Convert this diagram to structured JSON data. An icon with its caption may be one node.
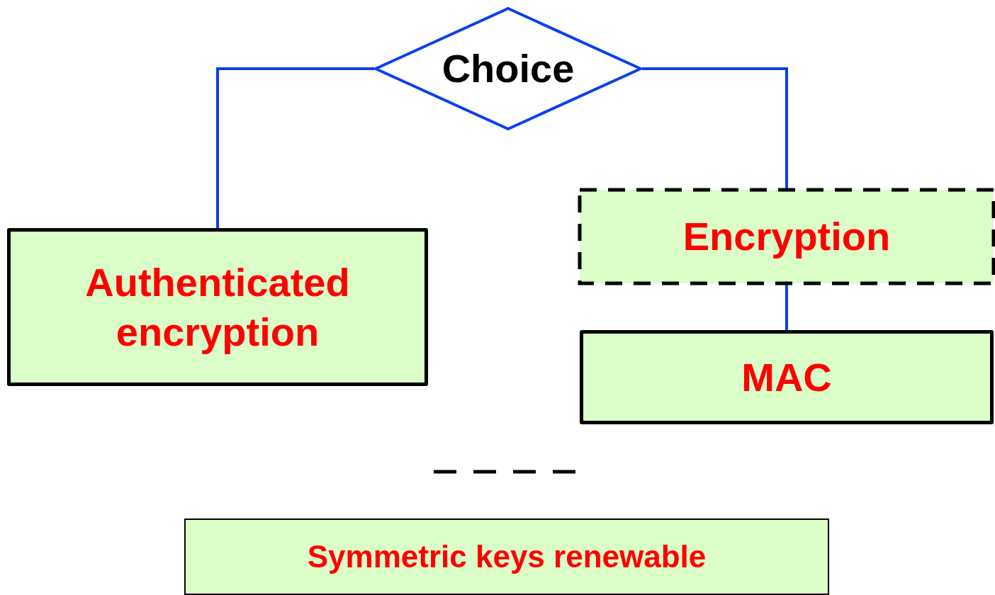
{
  "diagram": {
    "nodes": [
      {
        "text": [
          "Choice"
        ]
      },
      {
        "text": [
          "Authenticated encryption"
        ]
      },
      {
        "text": [
          "Encryption"
        ]
      },
      {
        "text": [
          "MAC"
        ]
      },
      {
        "text": [
          "Symmetric keys renewable"
        ]
      }
    ],
    "edges": [
      {
        "from": 0,
        "to": 1,
        "arrow": "none"
      },
      {
        "from": 0,
        "to": 2,
        "arrow": "none"
      },
      {
        "from": 2,
        "to": 3,
        "arrow": "none"
      }
    ]
  }
}
